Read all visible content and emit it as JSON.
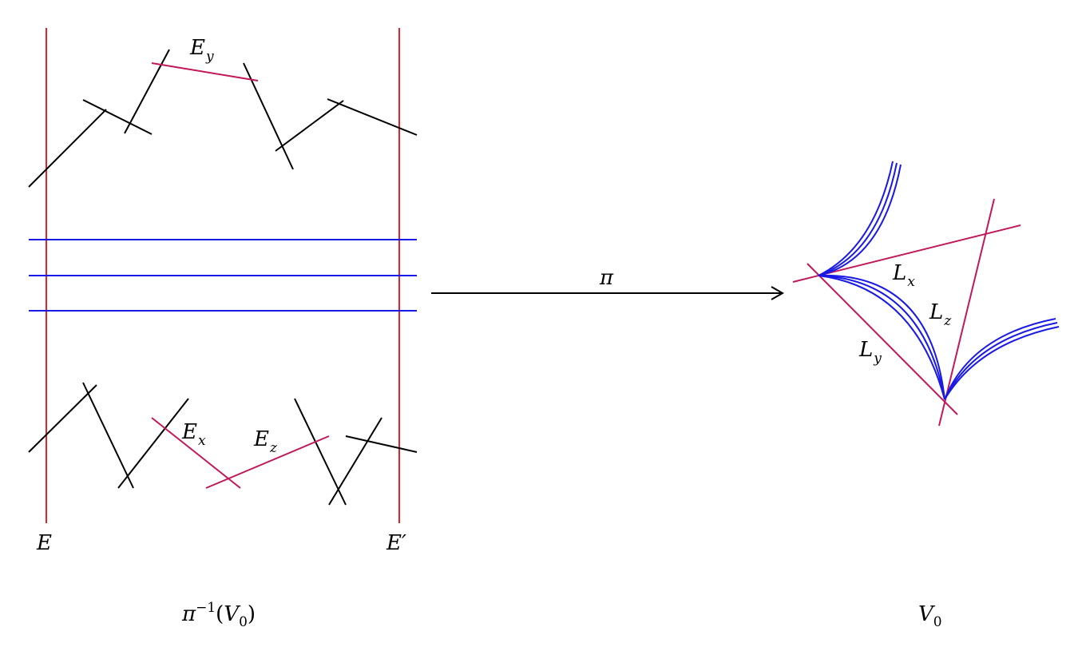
{
  "labels": {
    "E": "E",
    "E_prime": "E′",
    "E_y": {
      "base": "E",
      "sub": "y"
    },
    "E_x": {
      "base": "E",
      "sub": "x"
    },
    "E_z": {
      "base": "E",
      "sub": "z"
    },
    "L_x": {
      "base": "L",
      "sub": "x"
    },
    "L_y": {
      "base": "L",
      "sub": "y"
    },
    "L_z": {
      "base": "L",
      "sub": "z"
    },
    "arrow": "π",
    "preimage": {
      "pi": "π",
      "exp": "−1",
      "open": "(",
      "V": "V",
      "sub": "0",
      "close": ")"
    },
    "target": {
      "base": "V",
      "sub": "0"
    }
  },
  "colors": {
    "E_lines": "#e8202a",
    "exceptional": "#c0185a",
    "curves": "#1a1ae6",
    "black": "#000000"
  }
}
